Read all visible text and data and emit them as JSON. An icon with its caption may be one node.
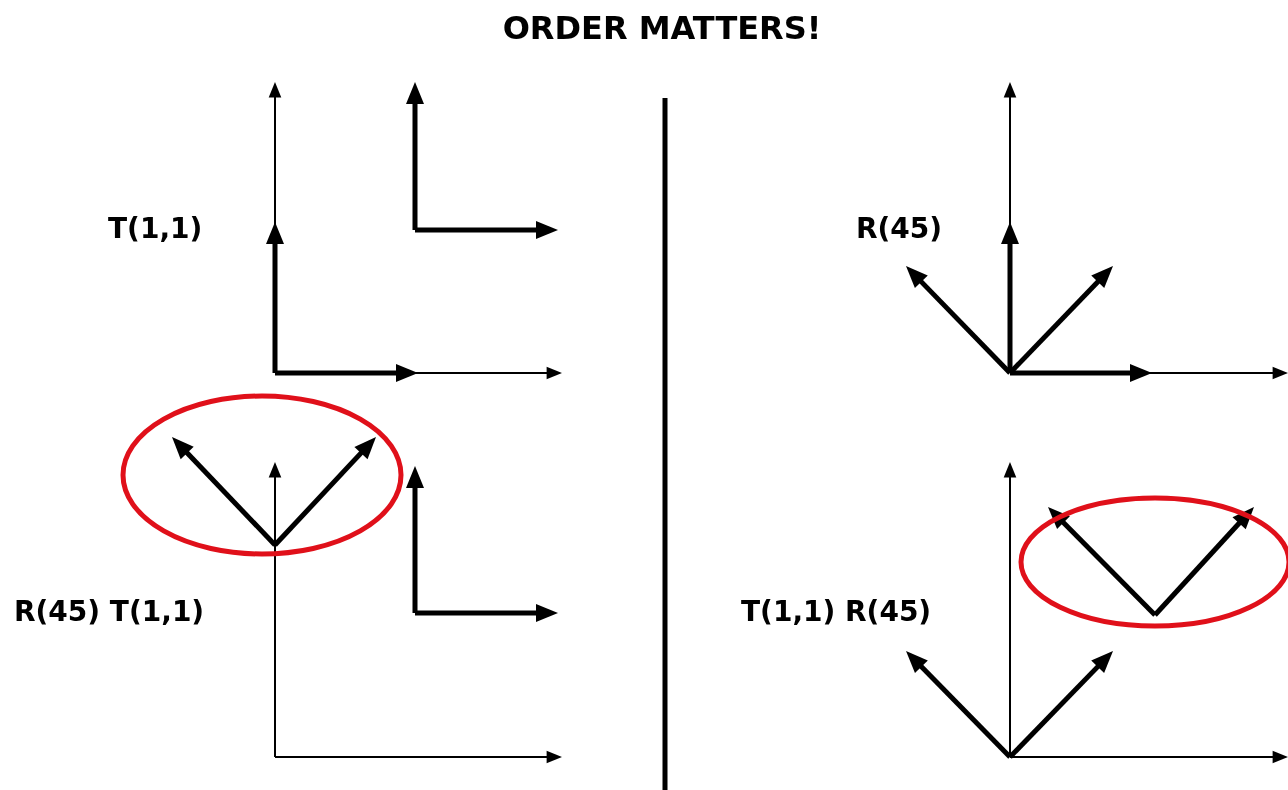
{
  "diagram": {
    "title": "ORDER MATTERS!",
    "labels": [
      "T(1,1)",
      "R(45)",
      "R(45) T(1,1)",
      "T(1,1) R(45)"
    ]
  }
}
